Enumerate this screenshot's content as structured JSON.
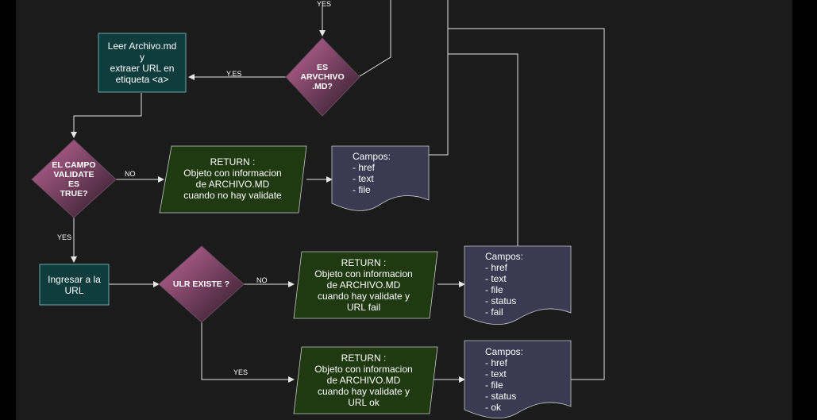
{
  "colors": {
    "background": "#1b1b1b",
    "process_fill": "#0f3d3d",
    "process_stroke": "#6aa8a8",
    "decision_fill_top": "#b85c8a",
    "decision_fill_bottom": "#3a2233",
    "output_fill": "#1f3a10",
    "output_stroke": "#c8c8c8",
    "document_fill": "#3a3a52",
    "connector": "#e6e6e6"
  },
  "nodes": {
    "leer_archivo": {
      "lines": [
        "Leer Archivo.md",
        "y",
        "extraer URL en",
        "etiqueta <a>"
      ]
    },
    "es_archivo_md": {
      "lines": [
        "ES",
        "ARVCHIVO",
        ".MD?"
      ]
    },
    "campo_validate": {
      "lines": [
        "EL CAMPO",
        "VALIDATE",
        "ES",
        "TRUE?"
      ]
    },
    "return_no_validate": {
      "lines": [
        "RETURN :",
        "Objeto con informacion",
        "de ARCHIVO.MD",
        "cuando no hay validate"
      ]
    },
    "campos_basic": {
      "lines": [
        "Campos:",
        "- href",
        "- text",
        "- file"
      ]
    },
    "ingresar_url": {
      "lines": [
        "Ingresar a la",
        "URL"
      ]
    },
    "url_existe": {
      "lines": [
        "ULR EXISTE ?"
      ]
    },
    "return_fail": {
      "lines": [
        "RETURN :",
        "Objeto con informacion",
        "de ARCHIVO.MD",
        "cuando hay validate y",
        "URL fail"
      ]
    },
    "campos_fail": {
      "lines": [
        "Campos:",
        "- href",
        "- text",
        "- file",
        "- status",
        "- fail"
      ]
    },
    "return_ok": {
      "lines": [
        "RETURN :",
        "Objeto con informacion",
        "de ARCHIVO.MD",
        "cuando hay validate y",
        "URL ok"
      ]
    },
    "campos_ok": {
      "lines": [
        "Campos:",
        "- href",
        "- text",
        "- file",
        "- status",
        "- ok"
      ]
    }
  },
  "edge_labels": {
    "top_yes": "YES",
    "md_yes": "Y.ES",
    "validate_no": "NO",
    "validate_yes": "YES",
    "url_no": "NO",
    "url_yes": "YES"
  }
}
